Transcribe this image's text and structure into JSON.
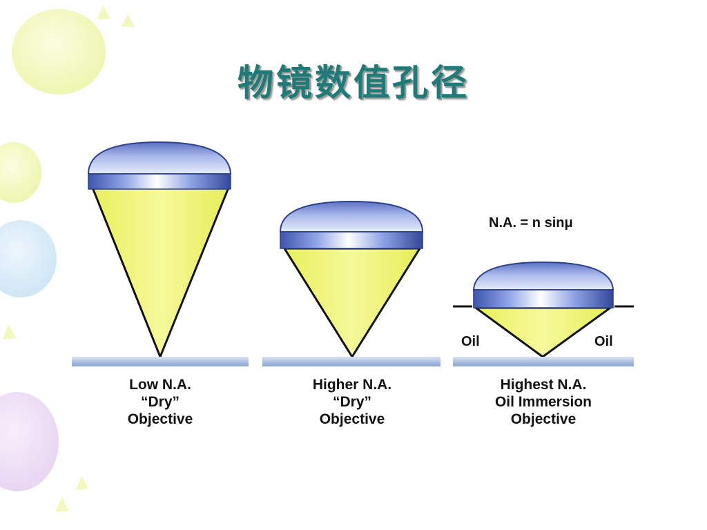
{
  "slide": {
    "title": "物镜数值孔径"
  },
  "diagram": {
    "formula": "N.A. = n sinμ",
    "oil_label": "Oil",
    "objectives": [
      {
        "id": "low",
        "caption_lines": [
          "Low N.A.",
          "“Dry”",
          "Objective"
        ]
      },
      {
        "id": "higher",
        "caption_lines": [
          "Higher N.A.",
          "“Dry”",
          "Objective"
        ]
      },
      {
        "id": "highest",
        "caption_lines": [
          "Highest N.A.",
          "Oil Immersion",
          "Objective"
        ]
      }
    ]
  },
  "colors": {
    "title": "#1f7a78",
    "cone_fill": "#f0f57a",
    "lens_blue": "#4a63b8",
    "slide_blue": "#a9bde0"
  }
}
